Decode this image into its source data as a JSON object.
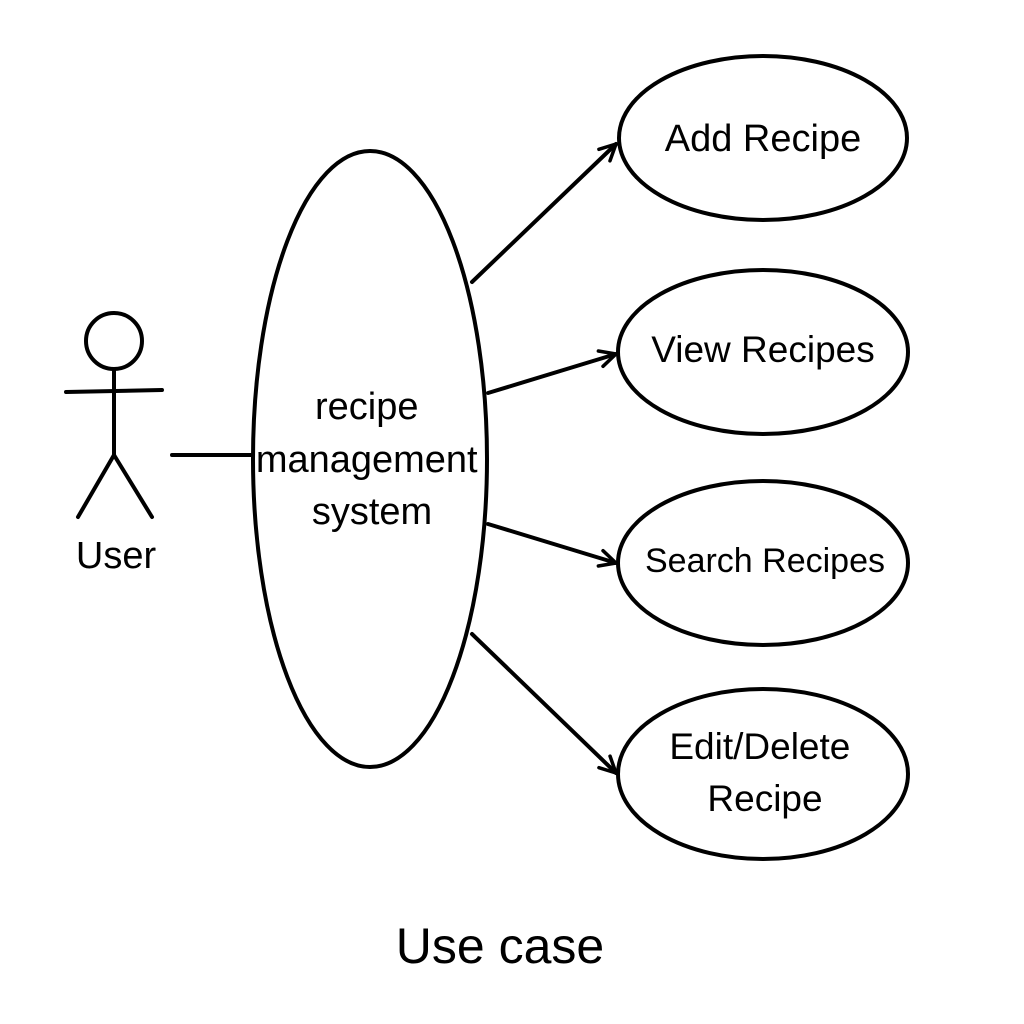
{
  "actor": {
    "label": "User"
  },
  "system": {
    "label_lines": [
      "recipe",
      "management",
      "system"
    ]
  },
  "use_cases": [
    {
      "lines": [
        "Add Recipe"
      ]
    },
    {
      "lines": [
        "View Recipes"
      ]
    },
    {
      "lines": [
        "Search Recipes"
      ]
    },
    {
      "lines": [
        "Edit/Delete",
        "Recipe"
      ]
    }
  ],
  "caption": "Use case",
  "colors": {
    "stroke": "#000000",
    "background": "#ffffff"
  }
}
